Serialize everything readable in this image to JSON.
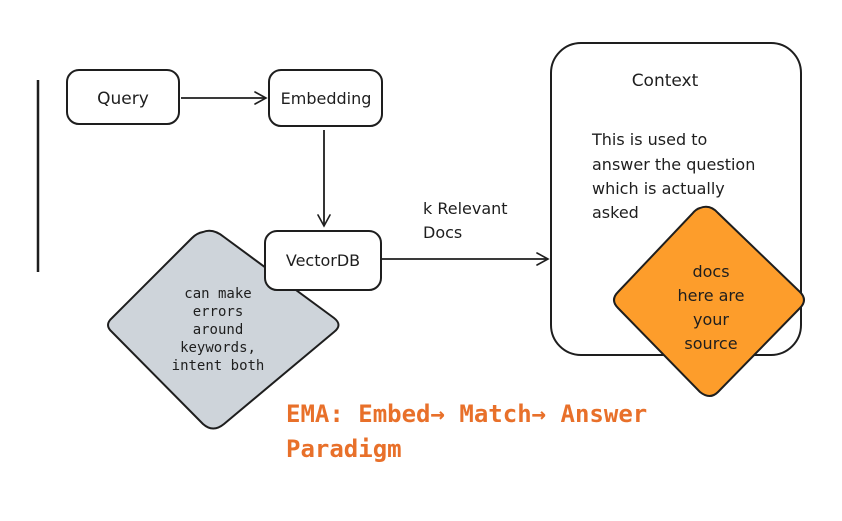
{
  "nodes": {
    "query": "Query",
    "embedding": "Embedding",
    "vectordb": "VectorDB",
    "context_title": "Context"
  },
  "edge_label": [
    "k Relevant",
    "Docs"
  ],
  "context_note": [
    "This is used to",
    "answer the question",
    "which is actually",
    "asked"
  ],
  "warning_diamond": [
    "can make",
    "errors",
    "around",
    "keywords,",
    "intent both"
  ],
  "source_diamond": [
    "docs",
    "here are",
    "your",
    "source"
  ],
  "title": [
    "EMA: Embed→ Match→ Answer",
    "Paradigm"
  ],
  "colors": {
    "stroke": "#1e1e1e",
    "warning_fill": "#ced4da",
    "source_fill": "#fd9d2b",
    "title": "#e8702a"
  }
}
